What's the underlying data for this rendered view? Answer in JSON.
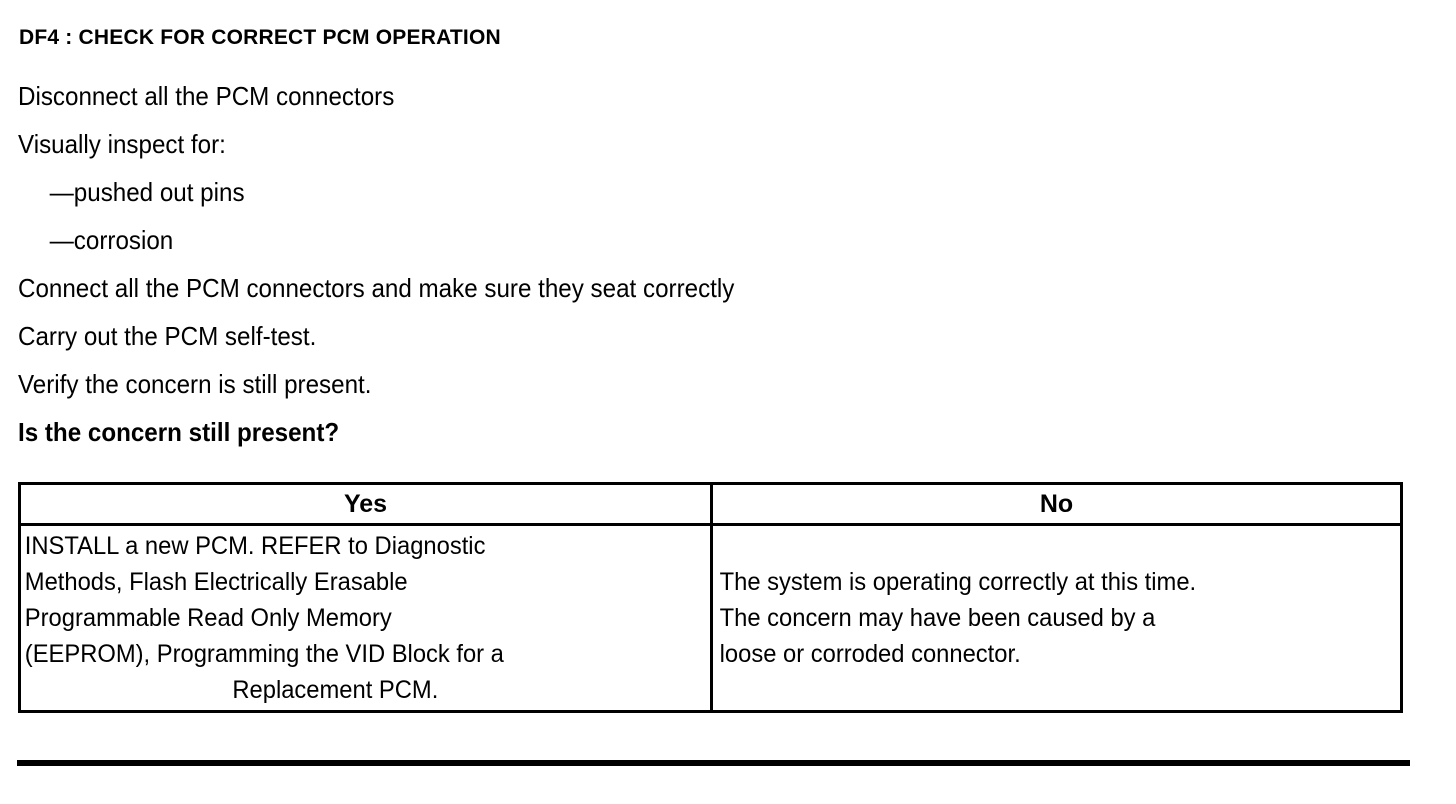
{
  "document": {
    "title": "DF4 : CHECK FOR CORRECT PCM OPERATION",
    "steps": [
      {
        "text": "Disconnect all the PCM connectors",
        "indent": false,
        "bold": false
      },
      {
        "text": "Visually inspect for:",
        "indent": false,
        "bold": false
      },
      {
        "text": "—pushed out pins",
        "indent": true,
        "bold": false
      },
      {
        "text": "—corrosion",
        "indent": true,
        "bold": false
      },
      {
        "text": "Connect all the PCM connectors and make sure they seat correctly",
        "indent": false,
        "bold": false
      },
      {
        "text": "Carry out the PCM self-test.",
        "indent": false,
        "bold": false
      },
      {
        "text": "Verify the concern is still present.",
        "indent": false,
        "bold": false
      },
      {
        "text": "Is the concern still present?",
        "indent": false,
        "bold": true
      }
    ],
    "answer_table": {
      "headers": [
        "Yes",
        "No"
      ],
      "yes_cell_lines": [
        "INSTALL a new PCM. REFER to Diagnostic",
        "Methods, Flash Electrically Erasable",
        "Programmable Read Only Memory",
        "(EEPROM), Programming the VID Block for a",
        "Replacement PCM."
      ],
      "yes_cell_last_line_centered": true,
      "no_cell_lines": [
        "The system is operating correctly at this time.",
        "The concern may have been caused by a",
        "loose or corroded connector."
      ]
    },
    "colors": {
      "ink": "#000000",
      "paper": "#ffffff"
    }
  }
}
